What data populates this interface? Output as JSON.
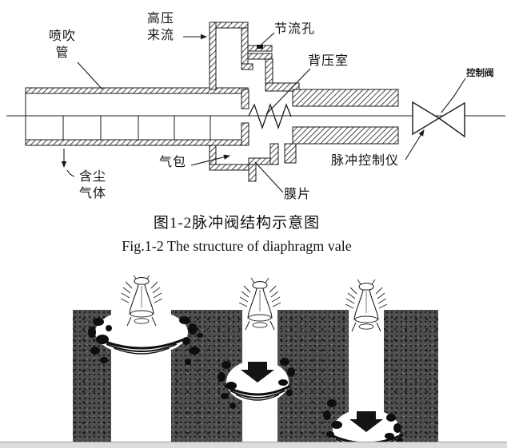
{
  "figure_diagram": {
    "labels": {
      "blow_pipe": "喷吹\n管",
      "high_pressure_inflow": "高压\n来流",
      "throttle_hole": "节流孔",
      "back_pressure_chamber": "背压室",
      "control_valve": "控制阀",
      "air_bag": "气包",
      "pulse_controller": "脉冲控制仪",
      "dusty_gas": "含尘\n气体",
      "diaphragm": "膜片"
    },
    "caption_cn": "图1-2脉冲阀结构示意图",
    "caption_en": "Fig.1-2 The structure of diaphragm vale"
  },
  "photo": {
    "stages": 3
  },
  "colors": {
    "ink": "#1a1a1a",
    "fabric_dark": "#4e4e4e",
    "bottom_strip": "#dcdcdc"
  }
}
